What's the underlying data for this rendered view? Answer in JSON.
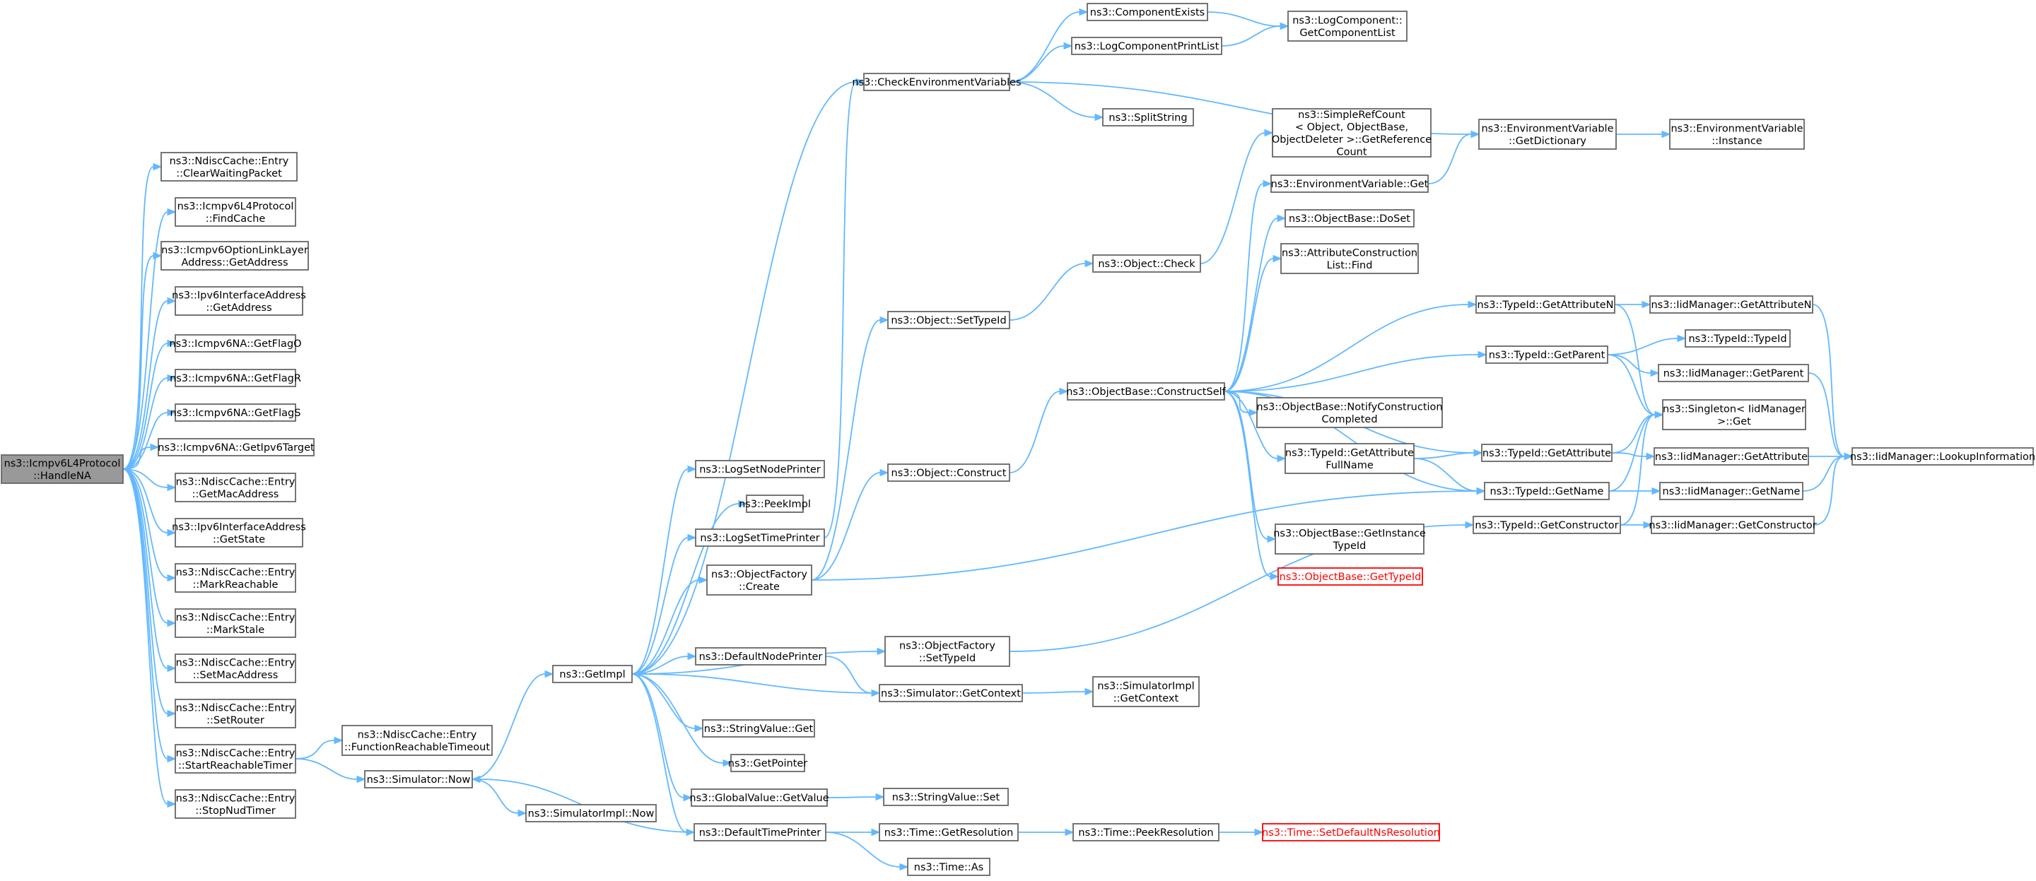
{
  "nodes": [
    {
      "id": "root",
      "lines": [
        "ns3::Icmpv6L4Protocol",
        "::HandleNA"
      ],
      "style": "root"
    },
    {
      "id": "clearWaiting",
      "lines": [
        "ns3::NdiscCache::Entry",
        "::ClearWaitingPacket"
      ]
    },
    {
      "id": "findCache",
      "lines": [
        "ns3::Icmpv6L4Protocol",
        "::FindCache"
      ]
    },
    {
      "id": "optGetAddress",
      "lines": [
        "ns3::Icmpv6OptionLinkLayer",
        "Address::GetAddress"
      ]
    },
    {
      "id": "ifGetAddress",
      "lines": [
        "ns3::Ipv6InterfaceAddress",
        "::GetAddress"
      ]
    },
    {
      "id": "flagO",
      "lines": [
        "ns3::Icmpv6NA::GetFlagO"
      ]
    },
    {
      "id": "flagR",
      "lines": [
        "ns3::Icmpv6NA::GetFlagR"
      ]
    },
    {
      "id": "flagS",
      "lines": [
        "ns3::Icmpv6NA::GetFlagS"
      ]
    },
    {
      "id": "ipv6Target",
      "lines": [
        "ns3::Icmpv6NA::GetIpv6Target"
      ]
    },
    {
      "id": "getMac",
      "lines": [
        "ns3::NdiscCache::Entry",
        "::GetMacAddress"
      ]
    },
    {
      "id": "getState",
      "lines": [
        "ns3::Ipv6InterfaceAddress",
        "::GetState"
      ]
    },
    {
      "id": "markReach",
      "lines": [
        "ns3::NdiscCache::Entry",
        "::MarkReachable"
      ]
    },
    {
      "id": "markStale",
      "lines": [
        "ns3::NdiscCache::Entry",
        "::MarkStale"
      ]
    },
    {
      "id": "setMac",
      "lines": [
        "ns3::NdiscCache::Entry",
        "::SetMacAddress"
      ]
    },
    {
      "id": "setRouter",
      "lines": [
        "ns3::NdiscCache::Entry",
        "::SetRouter"
      ]
    },
    {
      "id": "startReach",
      "lines": [
        "ns3::NdiscCache::Entry",
        "::StartReachableTimer"
      ]
    },
    {
      "id": "stopNud",
      "lines": [
        "ns3::NdiscCache::Entry",
        "::StopNudTimer"
      ]
    },
    {
      "id": "funcReachTimeout",
      "lines": [
        "ns3::NdiscCache::Entry",
        "::FunctionReachableTimeout"
      ]
    },
    {
      "id": "simNow",
      "lines": [
        "ns3::Simulator::Now"
      ]
    },
    {
      "id": "simImplNow",
      "lines": [
        "ns3::SimulatorImpl::Now"
      ]
    },
    {
      "id": "getImpl",
      "lines": [
        "ns3::GetImpl"
      ]
    },
    {
      "id": "logSetNode",
      "lines": [
        "ns3::LogSetNodePrinter"
      ]
    },
    {
      "id": "peekImpl",
      "lines": [
        "ns3::PeekImpl"
      ]
    },
    {
      "id": "logSetTime",
      "lines": [
        "ns3::LogSetTimePrinter"
      ]
    },
    {
      "id": "ofCreate",
      "lines": [
        "ns3::ObjectFactory",
        "::Create"
      ]
    },
    {
      "id": "defNode",
      "lines": [
        "ns3::DefaultNodePrinter"
      ]
    },
    {
      "id": "strGet",
      "lines": [
        "ns3::StringValue::Get"
      ]
    },
    {
      "id": "getPointer",
      "lines": [
        "ns3::GetPointer"
      ]
    },
    {
      "id": "gvGetValue",
      "lines": [
        "ns3::GlobalValue::GetValue"
      ]
    },
    {
      "id": "defTime",
      "lines": [
        "ns3::DefaultTimePrinter"
      ]
    },
    {
      "id": "checkEnv",
      "lines": [
        "ns3::CheckEnvironmentVariables"
      ]
    },
    {
      "id": "compExists",
      "lines": [
        "ns3::ComponentExists"
      ]
    },
    {
      "id": "logCompPrint",
      "lines": [
        "ns3::LogComponentPrintList"
      ]
    },
    {
      "id": "splitString",
      "lines": [
        "ns3::SplitString"
      ]
    },
    {
      "id": "getCompList",
      "lines": [
        "ns3::LogComponent::",
        "GetComponentList"
      ]
    },
    {
      "id": "objSetTypeId",
      "lines": [
        "ns3::Object::SetTypeId"
      ]
    },
    {
      "id": "objConstruct",
      "lines": [
        "ns3::Object::Construct"
      ]
    },
    {
      "id": "ofSetTypeId",
      "lines": [
        "ns3::ObjectFactory",
        "::SetTypeId"
      ]
    },
    {
      "id": "simGetContext",
      "lines": [
        "ns3::Simulator::GetContext"
      ]
    },
    {
      "id": "strSet",
      "lines": [
        "ns3::StringValue::Set"
      ]
    },
    {
      "id": "timeGetRes",
      "lines": [
        "ns3::Time::GetResolution"
      ]
    },
    {
      "id": "timeAs",
      "lines": [
        "ns3::Time::As"
      ]
    },
    {
      "id": "objCheck",
      "lines": [
        "ns3::Object::Check"
      ]
    },
    {
      "id": "constructSelf",
      "lines": [
        "ns3::ObjectBase::ConstructSelf"
      ]
    },
    {
      "id": "simImplGetContext",
      "lines": [
        "ns3::SimulatorImpl",
        "::GetContext"
      ]
    },
    {
      "id": "timePeekRes",
      "lines": [
        "ns3::Time::PeekResolution"
      ]
    },
    {
      "id": "setDefaultNsRes",
      "lines": [
        "ns3::Time::SetDefaultNsResolution"
      ],
      "style": "red"
    },
    {
      "id": "refCount",
      "lines": [
        "ns3::SimpleRefCount",
        "< Object, ObjectBase,",
        " ObjectDeleter >::GetReference",
        "Count"
      ]
    },
    {
      "id": "envGet",
      "lines": [
        "ns3::EnvironmentVariable::Get"
      ]
    },
    {
      "id": "doSet",
      "lines": [
        "ns3::ObjectBase::DoSet"
      ]
    },
    {
      "id": "attrListFind",
      "lines": [
        "ns3::AttributeConstruction",
        "List::Find"
      ]
    },
    {
      "id": "notifyConstr",
      "lines": [
        "ns3::ObjectBase::NotifyConstruction",
        "Completed"
      ]
    },
    {
      "id": "getAttrFullName",
      "lines": [
        "ns3::TypeId::GetAttribute",
        "FullName"
      ]
    },
    {
      "id": "getInstanceTypeId",
      "lines": [
        "ns3::ObjectBase::GetInstance",
        "TypeId"
      ]
    },
    {
      "id": "objBaseGetTypeId",
      "lines": [
        "ns3::ObjectBase::GetTypeId"
      ],
      "style": "red"
    },
    {
      "id": "envGetDict",
      "lines": [
        "ns3::EnvironmentVariable",
        "::GetDictionary"
      ]
    },
    {
      "id": "tiGetAttrN",
      "lines": [
        "ns3::TypeId::GetAttributeN"
      ]
    },
    {
      "id": "tiGetParent",
      "lines": [
        "ns3::TypeId::GetParent"
      ]
    },
    {
      "id": "tiGetAttr",
      "lines": [
        "ns3::TypeId::GetAttribute"
      ]
    },
    {
      "id": "tiGetName",
      "lines": [
        "ns3::TypeId::GetName"
      ]
    },
    {
      "id": "tiGetConstructor",
      "lines": [
        "ns3::TypeId::GetConstructor"
      ]
    },
    {
      "id": "envInstance",
      "lines": [
        "ns3::EnvironmentVariable",
        "::Instance"
      ]
    },
    {
      "id": "iidGetAttrN",
      "lines": [
        "ns3::IidManager::GetAttributeN"
      ]
    },
    {
      "id": "tiTypeId",
      "lines": [
        "ns3::TypeId::TypeId"
      ]
    },
    {
      "id": "iidGetParent",
      "lines": [
        "ns3::IidManager::GetParent"
      ]
    },
    {
      "id": "singletonGet",
      "lines": [
        "ns3::Singleton< IidManager",
        " >::Get"
      ]
    },
    {
      "id": "iidGetAttr",
      "lines": [
        "ns3::IidManager::GetAttribute"
      ]
    },
    {
      "id": "iidGetName",
      "lines": [
        "ns3::IidManager::GetName"
      ]
    },
    {
      "id": "iidGetConstructor",
      "lines": [
        "ns3::IidManager::GetConstructor"
      ]
    },
    {
      "id": "iidLookup",
      "lines": [
        "ns3::IidManager::LookupInformation"
      ]
    }
  ],
  "edges": [
    [
      "root",
      "clearWaiting"
    ],
    [
      "root",
      "findCache"
    ],
    [
      "root",
      "optGetAddress"
    ],
    [
      "root",
      "ifGetAddress"
    ],
    [
      "root",
      "flagO"
    ],
    [
      "root",
      "flagR"
    ],
    [
      "root",
      "flagS"
    ],
    [
      "root",
      "ipv6Target"
    ],
    [
      "root",
      "getMac"
    ],
    [
      "root",
      "getState"
    ],
    [
      "root",
      "markReach"
    ],
    [
      "root",
      "markStale"
    ],
    [
      "root",
      "setMac"
    ],
    [
      "root",
      "setRouter"
    ],
    [
      "root",
      "startReach"
    ],
    [
      "root",
      "stopNud"
    ],
    [
      "startReach",
      "funcReachTimeout"
    ],
    [
      "startReach",
      "simNow"
    ],
    [
      "simNow",
      "getImpl"
    ],
    [
      "simNow",
      "simImplNow"
    ],
    [
      "getImpl",
      "logSetNode"
    ],
    [
      "getImpl",
      "peekImpl"
    ],
    [
      "getImpl",
      "logSetTime"
    ],
    [
      "getImpl",
      "ofCreate"
    ],
    [
      "getImpl",
      "ofSetTypeId"
    ],
    [
      "getImpl",
      "defNode"
    ],
    [
      "getImpl",
      "strGet"
    ],
    [
      "getImpl",
      "getPointer"
    ],
    [
      "getImpl",
      "gvGetValue"
    ],
    [
      "getImpl",
      "defTime"
    ],
    [
      "getImpl",
      "checkEnv"
    ],
    [
      "logSetTime",
      "checkEnv"
    ],
    [
      "checkEnv",
      "compExists"
    ],
    [
      "checkEnv",
      "logCompPrint"
    ],
    [
      "checkEnv",
      "splitString"
    ],
    [
      "checkEnv",
      "envGetDict"
    ],
    [
      "compExists",
      "getCompList"
    ],
    [
      "logCompPrint",
      "getCompList"
    ],
    [
      "ofCreate",
      "objSetTypeId"
    ],
    [
      "ofCreate",
      "objConstruct"
    ],
    [
      "ofCreate",
      "tiGetName"
    ],
    [
      "objSetTypeId",
      "objCheck"
    ],
    [
      "objCheck",
      "refCount"
    ],
    [
      "objConstruct",
      "constructSelf"
    ],
    [
      "constructSelf",
      "envGet"
    ],
    [
      "constructSelf",
      "doSet"
    ],
    [
      "constructSelf",
      "attrListFind"
    ],
    [
      "constructSelf",
      "tiGetAttrN"
    ],
    [
      "constructSelf",
      "tiGetParent"
    ],
    [
      "constructSelf",
      "notifyConstr"
    ],
    [
      "constructSelf",
      "getAttrFullName"
    ],
    [
      "constructSelf",
      "tiGetAttr"
    ],
    [
      "constructSelf",
      "tiGetName"
    ],
    [
      "constructSelf",
      "getInstanceTypeId"
    ],
    [
      "constructSelf",
      "objBaseGetTypeId"
    ],
    [
      "envGet",
      "envGetDict"
    ],
    [
      "envGetDict",
      "envInstance"
    ],
    [
      "tiGetAttrN",
      "iidGetAttrN"
    ],
    [
      "tiGetAttrN",
      "singletonGet"
    ],
    [
      "tiGetParent",
      "tiTypeId"
    ],
    [
      "tiGetParent",
      "iidGetParent"
    ],
    [
      "tiGetParent",
      "singletonGet"
    ],
    [
      "getAttrFullName",
      "tiGetAttr"
    ],
    [
      "getAttrFullName",
      "tiGetName"
    ],
    [
      "tiGetAttr",
      "singletonGet"
    ],
    [
      "tiGetAttr",
      "iidGetAttr"
    ],
    [
      "tiGetName",
      "singletonGet"
    ],
    [
      "tiGetName",
      "iidGetName"
    ],
    [
      "tiGetConstructor",
      "singletonGet"
    ],
    [
      "tiGetConstructor",
      "iidGetConstructor"
    ],
    [
      "iidGetAttrN",
      "iidLookup"
    ],
    [
      "iidGetParent",
      "iidLookup"
    ],
    [
      "iidGetAttr",
      "iidLookup"
    ],
    [
      "iidGetName",
      "iidLookup"
    ],
    [
      "iidGetConstructor",
      "iidLookup"
    ],
    [
      "ofSetTypeId",
      "tiGetConstructor"
    ],
    [
      "defNode",
      "simGetContext"
    ],
    [
      "simGetContext",
      "getImpl"
    ],
    [
      "simGetContext",
      "simImplGetContext"
    ],
    [
      "gvGetValue",
      "strSet"
    ],
    [
      "defTime",
      "simNow"
    ],
    [
      "defTime",
      "timeGetRes"
    ],
    [
      "defTime",
      "timeAs"
    ],
    [
      "timeGetRes",
      "timePeekRes"
    ],
    [
      "timePeekRes",
      "setDefaultNsRes"
    ]
  ]
}
